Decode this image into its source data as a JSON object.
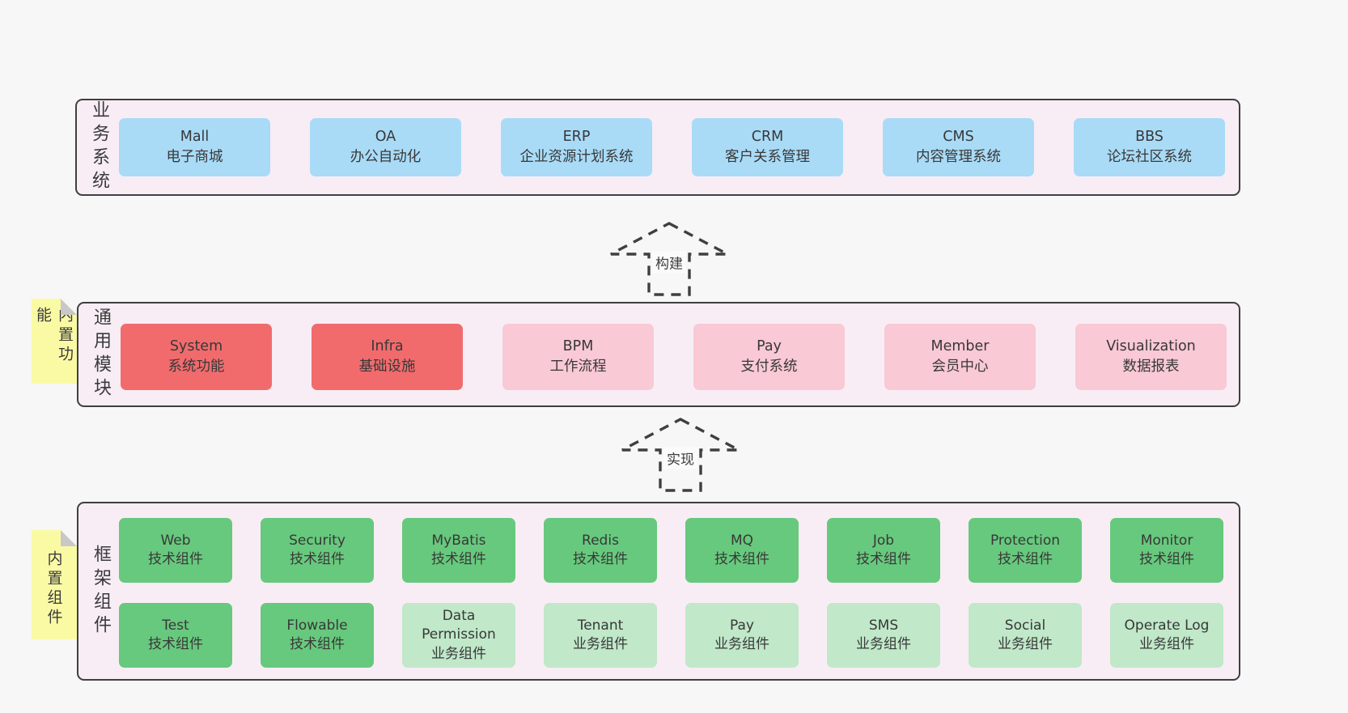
{
  "page": {
    "background": "#f7f7f7"
  },
  "colors": {
    "section_fill": "#f8edf5",
    "section_border": "#3f3f3f",
    "blue_box": "#a9dbf7",
    "red_box": "#f16b6d",
    "pink_box": "#f9c9d5",
    "green_box": "#67c97d",
    "light_green_box": "#c0e8c9",
    "yellow_tab": "#fafaa5",
    "fold_gray": "#c8c8c8",
    "text": "#3a3a3a"
  },
  "arrows": [
    {
      "label": "构建"
    },
    {
      "label": "实现"
    }
  ],
  "sections": [
    {
      "label": "业务系统",
      "boxes": [
        {
          "name": "Mall",
          "desc": "电子商城"
        },
        {
          "name": "OA",
          "desc": "办公自动化"
        },
        {
          "name": "ERP",
          "desc": "企业资源计划系统"
        },
        {
          "name": "CRM",
          "desc": "客户关系管理"
        },
        {
          "name": "CMS",
          "desc": "内容管理系统"
        },
        {
          "name": "BBS",
          "desc": "论坛社区系统"
        }
      ]
    },
    {
      "label": "通用模块",
      "tab": "内置功能",
      "boxes": [
        {
          "name": "System",
          "desc": "系统功能"
        },
        {
          "name": "Infra",
          "desc": "基础设施"
        },
        {
          "name": "BPM",
          "desc": "工作流程"
        },
        {
          "name": "Pay",
          "desc": "支付系统"
        },
        {
          "name": "Member",
          "desc": "会员中心"
        },
        {
          "name": "Visualization",
          "desc": "数据报表"
        }
      ]
    },
    {
      "label": "框架组件",
      "tab": "内置组件",
      "row1": [
        {
          "name": "Web",
          "desc": "技术组件"
        },
        {
          "name": "Security",
          "desc": "技术组件"
        },
        {
          "name": "MyBatis",
          "desc": "技术组件"
        },
        {
          "name": "Redis",
          "desc": "技术组件"
        },
        {
          "name": "MQ",
          "desc": "技术组件"
        },
        {
          "name": "Job",
          "desc": "技术组件"
        },
        {
          "name": "Protection",
          "desc": "技术组件"
        },
        {
          "name": "Monitor",
          "desc": "技术组件"
        }
      ],
      "row2": [
        {
          "name": "Test",
          "desc": "技术组件"
        },
        {
          "name": "Flowable",
          "desc": "技术组件"
        },
        {
          "name": "Data Permission",
          "desc": "业务组件"
        },
        {
          "name": "Tenant",
          "desc": "业务组件"
        },
        {
          "name": "Pay",
          "desc": "业务组件"
        },
        {
          "name": "SMS",
          "desc": "业务组件"
        },
        {
          "name": "Social",
          "desc": "业务组件"
        },
        {
          "name": "Operate Log",
          "desc": "业务组件"
        }
      ]
    }
  ]
}
